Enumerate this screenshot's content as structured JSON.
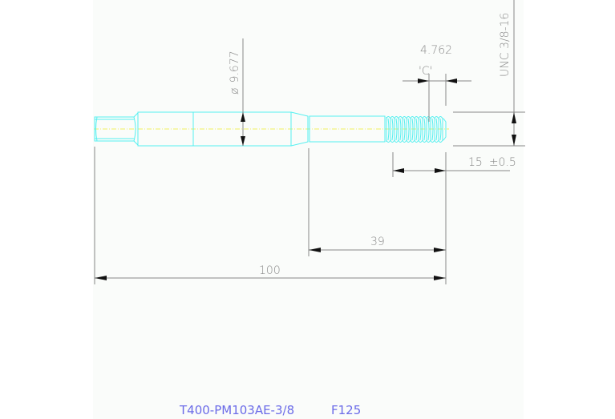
{
  "drawing": {
    "type": "technical drawing - thread forming tap side view",
    "colors": {
      "background": "#fafcfa",
      "part_outline": "#55f0f0",
      "centerline": "#f0f060",
      "dimension_lines": "#888888",
      "arrowheads": "#111111",
      "title_text": "#6b6be8"
    },
    "dimensions": {
      "shank_diameter": {
        "symbol": "ø",
        "value": "9.677"
      },
      "pitch_label": "4.762",
      "chamfer_label": "'C'",
      "thread_spec": "UNC 3/8-16",
      "thread_length": "15",
      "thread_length_tolerance": "±0.5",
      "neck_length": "39",
      "overall_length": "100"
    },
    "title_block": {
      "part_number": "T400-PM103AE-3/8",
      "code": "F125"
    }
  }
}
